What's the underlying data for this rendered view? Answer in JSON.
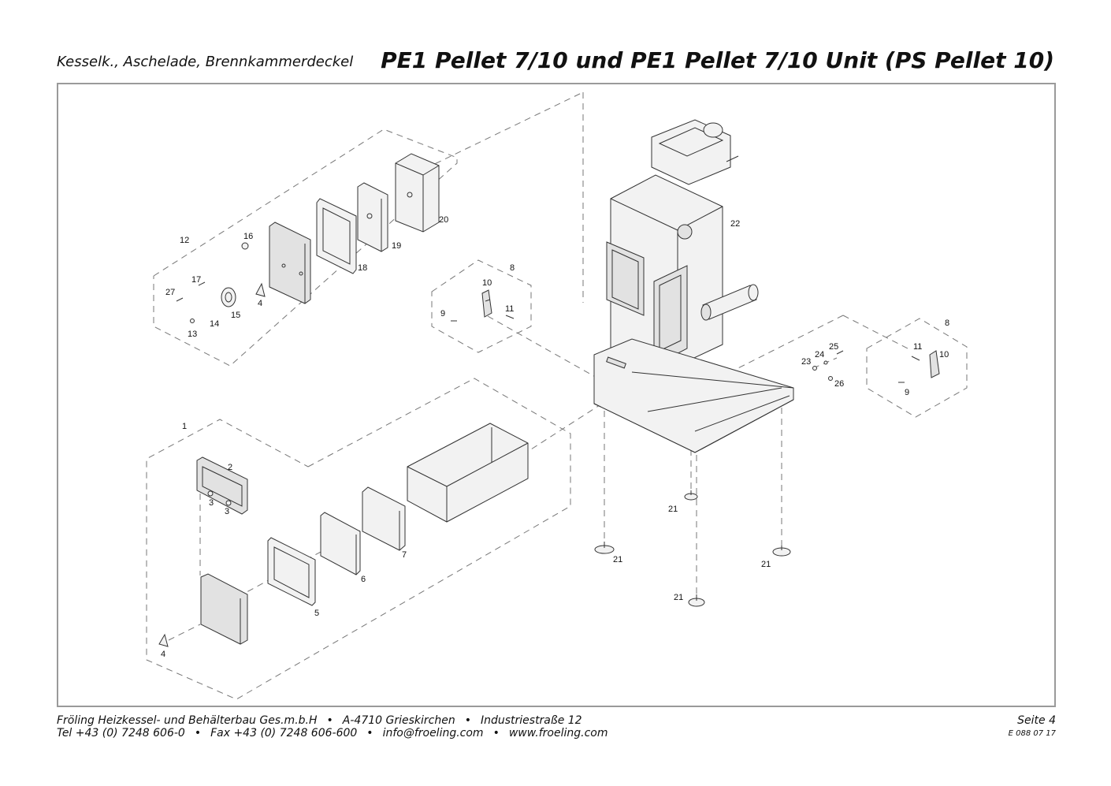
{
  "header": {
    "subtitle": "Kesselk., Aschelade, Brennkammerdeckel",
    "title": "PE1 Pellet 7/10 und PE1 Pellet 7/10 Unit (PS Pellet 10)"
  },
  "diagram": {
    "part_labels": {
      "p1": "1",
      "p2": "2",
      "p3a": "3",
      "p3b": "3",
      "p4a": "4",
      "p4b": "4",
      "p5": "5",
      "p6": "6",
      "p7": "7",
      "p8a": "8",
      "p8b": "8",
      "p9a": "9",
      "p9b": "9",
      "p10a": "10",
      "p10b": "10",
      "p11a": "11",
      "p11b": "11",
      "p12": "12",
      "p13": "13",
      "p14": "14",
      "p15": "15",
      "p16": "16",
      "p17": "17",
      "p18": "18",
      "p19": "19",
      "p20": "20",
      "p21a": "21",
      "p21b": "21",
      "p21c": "21",
      "p21d": "21",
      "p22": "22",
      "p23": "23",
      "p24": "24",
      "p25": "25",
      "p26": "26",
      "p27": "27"
    }
  },
  "footer": {
    "company": "Fröling Heizkessel- und Behälterbau Ges.m.b.H",
    "address_city": "A-4710 Grieskirchen",
    "address_street": "Industriestraße 12",
    "tel": "Tel +43 (0) 7248 606-0",
    "fax": "Fax +43 (0) 7248 606-600",
    "email": "info@froeling.com",
    "web": "www.froeling.com",
    "page": "Seite 4",
    "doc_number": "E 088 07 17"
  }
}
